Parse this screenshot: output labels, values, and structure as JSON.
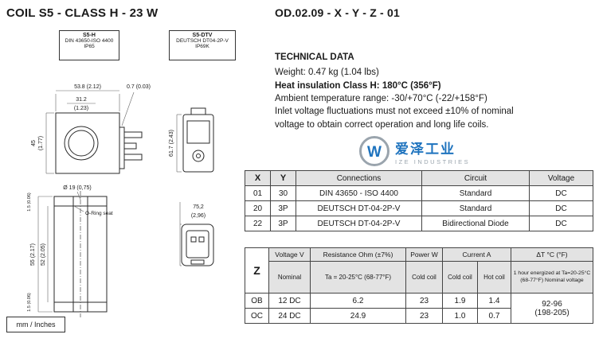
{
  "header": {
    "title": "COIL S5 - CLASS H - 23 W",
    "code": "OD.02.09 - X - Y - Z - 01"
  },
  "variants": [
    {
      "line1": "S5-H",
      "line2": "DIN 43650-ISO 4400",
      "line3": "IP65"
    },
    {
      "line1": "S5-DTV",
      "line2": "DEUTSCH DT04-2P-V",
      "line3": "IP69K"
    }
  ],
  "drawing": {
    "dim_body_width": "53.8 (2.12)",
    "dim_plate_thickness": "0.7 (0.03)",
    "dim_inner_width": "31.2",
    "dim_inner_width_in": "(1.23)",
    "dim_body_height": "45",
    "dim_body_height_in": "(1.77)",
    "dim_connector_height": "61.7 (2.43)",
    "dim_bore": "Ø 19 (0,75)",
    "oring_label": "O-Ring seat",
    "dim_deutsch_height": "75,2",
    "dim_deutsch_height_in": "(2,96)",
    "dim_coil_total": "55 (2.17)",
    "dim_coil_body": "52 (2.05)",
    "dim_flange_top": "1.5 (0.06)",
    "dim_flange_bottom": "1.5 (0.06)"
  },
  "units_box": {
    "label": "mm / Inches"
  },
  "technical_data": {
    "heading": "TECHNICAL DATA",
    "lines": [
      "Weight: 0.47 kg (1.04 lbs)",
      "Heat insulation Class H: 180°C (356°F)",
      "Ambient temperature range: -30/+70°C (-22/+158°F)",
      "Inlet voltage fluctuations must not exceed ±10% of nominal",
      "voltage to obtain correct operation and long life coils."
    ]
  },
  "logo": {
    "cn": "爱泽工业",
    "en": "IZE INDUSTRIES",
    "mark": "W"
  },
  "xy_table": {
    "headers": [
      "X",
      "Y",
      "Connections",
      "Circuit",
      "Voltage"
    ],
    "rows": [
      [
        "01",
        "30",
        "DIN 43650 - ISO 4400",
        "Standard",
        "DC"
      ],
      [
        "20",
        "3P",
        "DEUTSCH DT-04-2P-V",
        "Standard",
        "DC"
      ],
      [
        "22",
        "3P",
        "DEUTSCH DT-04-2P-V",
        "Bidirectional Diode",
        "DC"
      ]
    ]
  },
  "z_table": {
    "corner_label": "Z",
    "h_voltage": "Voltage V",
    "h_resistance": "Resistance Ohm (±7%)",
    "h_power": "Power W",
    "h_current": "Current A",
    "h_dt": "ΔT °C (°F)",
    "sh_nominal": "Nominal",
    "sh_ta": "Ta = 20-25°C (68-77°F)",
    "sh_cold_power": "Cold coil",
    "sh_cold": "Cold coil",
    "sh_hot": "Hot coil",
    "sh_dt": "1 hour energized at Ta=20-25°C (68-77°F) Nominal voltage",
    "rows": [
      {
        "code": "OB",
        "voltage": "12 DC",
        "resistance": "6.2",
        "power": "23",
        "cold": "1.9",
        "hot": "1.4"
      },
      {
        "code": "OC",
        "voltage": "24 DC",
        "resistance": "24.9",
        "power": "23",
        "cold": "1.0",
        "hot": "0.7"
      }
    ],
    "dt_value": "92-96",
    "dt_value2": "(198-205)"
  }
}
